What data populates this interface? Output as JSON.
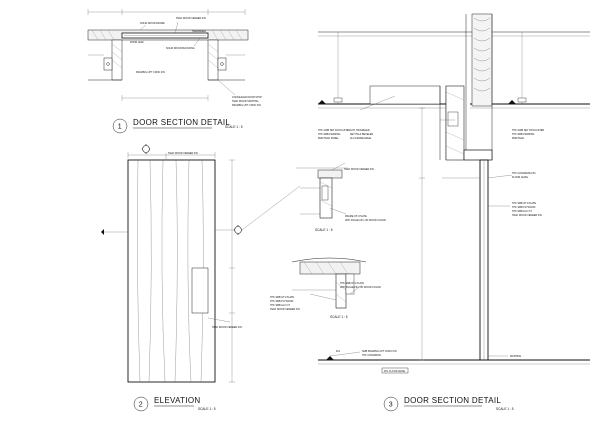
{
  "drawings": [
    {
      "number": "1",
      "title": "DOOR SECTION DETAIL",
      "scale": "SCALE  1 : 5"
    },
    {
      "number": "2",
      "title": "ELEVATION",
      "scale": "SCALE  1 : 5"
    },
    {
      "number": "3",
      "title": "DOOR SECTION DETAIL",
      "scale": "SCALE  1 : 5"
    }
  ],
  "detail_scales": [
    "SCALE  1 : 5",
    "SCALE  1 : 5"
  ],
  "annotations": {
    "d1_top": [
      "TEAK WOOD VENEER FIN.",
      "SOLID WOOD FRAME",
      "HARDWARE",
      "DOOR LEAF",
      "SOLID WOOD BLOCKING"
    ],
    "d1_frame": "FRAMING UPT CONC FIN.",
    "d1_side": [
      "CONCEALED DOOR STOP",
      "TEAK WOOD SKIRTING",
      "FRAMING UPT CONC FIN."
    ],
    "d2_top": "TEAK WOOD VENEER FIN.",
    "d2_side": "TEAK WOOD VENEER FIN.",
    "d3_left": [
      "THK GWB SET DN PLASTER",
      "THK SMB FRAMING",
      "6MM TEAK PANEL"
    ],
    "d3_mid": [
      "GYP. TROWELED",
      "SET HALF BEVELED",
      "ALU FRAME EDGE"
    ],
    "d3_right": [
      "THK GWB SET DN PLASTER",
      "THK SMB FRAMING",
      "6MM TEAK"
    ],
    "d3_right2": [
      "THK CONCRETE FIN.",
      "FLOOR LEVEL"
    ],
    "d3_panel": [
      "THK SMB OT1 PLATE",
      "THK SMB PLYWOOD",
      "THK SMB ALU OT",
      "TEAK WOOD VENEER FIN."
    ],
    "d3_mid_top": "TEAK WOOD VENEER FIN.",
    "d3_mid_frame": [
      "FRAME OT1 PLATE",
      "APP. ANGLE FIN. ON WOOD COLOR"
    ],
    "d3_lower_left": [
      "THK SMB OT1 PLATE",
      "THK SMB PLYWOOD",
      "THK SMB ALU OT",
      "TEAK WOOD VENEER FIN."
    ],
    "d3_lower_right": [
      "THK SMB OT1 PLATE",
      "APP. ANGLE FIN. ON WOOD COLOR"
    ],
    "d3_bottom": [
      "FFL",
      "SMB FRAMING UPT CONC FIN.",
      "THK CONCRETE"
    ],
    "d3_floor": "FIN. FLOOR LEVEL",
    "d3_right_bottom": "SKIRTING"
  }
}
